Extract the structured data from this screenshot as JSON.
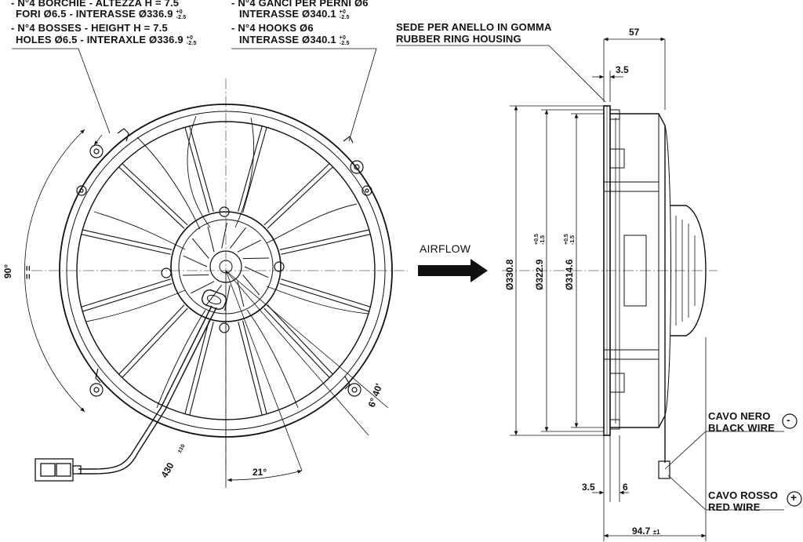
{
  "notes": {
    "bosses_it_1": "- N°4 BORCHIE - ALTEZZA H = 7.5",
    "bosses_it_2": "FORI Ø6.5 - INTERASSE Ø336.9",
    "bosses_en_1": "- N°4 BOSSES - HEIGHT H = 7.5",
    "bosses_en_2": "HOLES Ø6.5 - INTERAXLE Ø336.9",
    "hooks_it_1": "- N°4 GANCI PER PERNI Ø6",
    "hooks_it_2": "INTERASSE Ø340.1",
    "hooks_en_1": "- N°4 HOOKS Ø6",
    "hooks_en_2": "INTERASSE Ø340.1",
    "tol_plus": "+0",
    "tol_minus": "-2.5",
    "ring_it": "SEDE PER ANELLO IN GOMMA",
    "ring_en": "RUBBER RING HOUSING",
    "airflow": "AIRFLOW",
    "black_wire_it": "CAVO NERO",
    "black_wire_en": "BLACK WIRE",
    "red_wire_it": "CAVO ROSSO",
    "red_wire_en": "RED WIRE",
    "minus_symbol": "-",
    "plus_symbol": "+"
  },
  "dimensions": {
    "d57": "57",
    "d3_5_top": "3.5",
    "d330_8": "Ø330.8",
    "d322_9": "Ø322.9",
    "d322_9_tol_p": "+0.5",
    "d322_9_tol_m": "-1.5",
    "d314_6": "Ø314.6",
    "d314_6_tol_p": "+0.5",
    "d314_6_tol_m": "-1.5",
    "d3_5_bottom": "3.5",
    "d6_bottom": "6",
    "d94_7": "94.7",
    "d94_7_tol": "±1",
    "angle_21": "21°",
    "angle_6_40": "6° 40'",
    "cable_430": "430",
    "cable_430_tol": "±10",
    "angle_90": "90°",
    "equal_marks": "= ="
  },
  "colors": {
    "line": "#111111",
    "centerline": "#555555"
  }
}
